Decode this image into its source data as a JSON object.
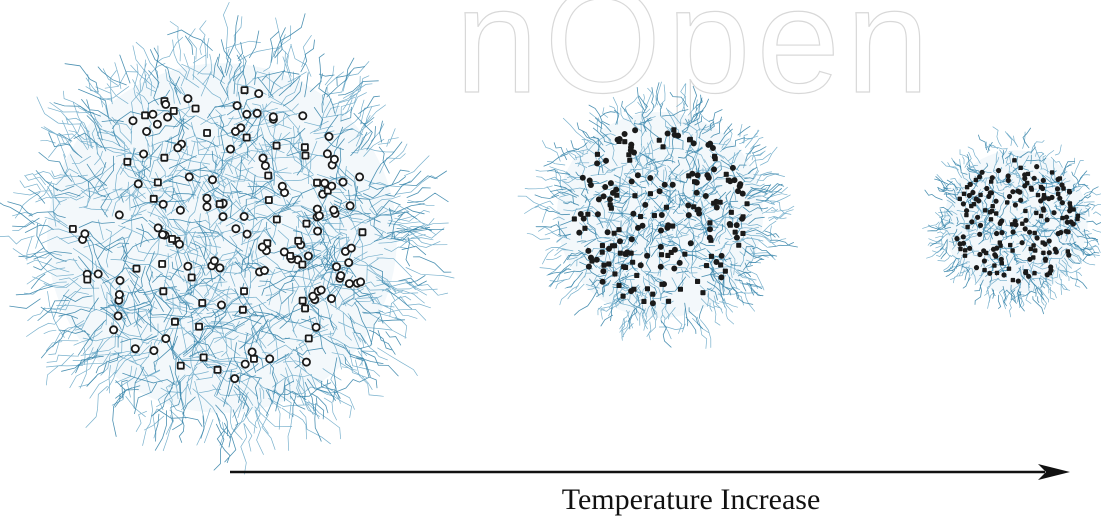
{
  "watermark": {
    "text": "nOpen"
  },
  "arrow": {
    "label": "Temperature Increase",
    "direction": "right",
    "color": "#111111"
  },
  "colors": {
    "chain": "#6aa8c8",
    "chain_dark": "#2f7fa6",
    "particle": "#1a1a1a"
  },
  "aggregates": [
    {
      "name": "large",
      "order": 1,
      "particle_style": "hollow",
      "relative_size": 1.0,
      "particle_density": "sparse"
    },
    {
      "name": "medium",
      "order": 2,
      "particle_style": "filled",
      "relative_size": 0.58,
      "particle_density": "dense"
    },
    {
      "name": "small",
      "order": 3,
      "particle_style": "filled",
      "relative_size": 0.38,
      "particle_density": "very dense"
    }
  ]
}
